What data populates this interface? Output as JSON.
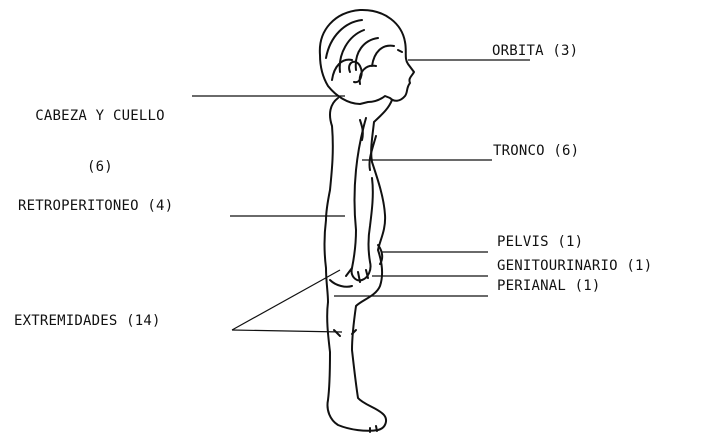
{
  "labels": {
    "orbita": "ORBITA (3)",
    "cabeza_line1": "CABEZA Y CUELLO",
    "cabeza_line2": "(6)",
    "tronco": "TRONCO (6)",
    "retroperitoneo": "RETROPERITONEO (4)",
    "pelvis": "PELVIS (1)",
    "genitourinario": "GENITOURINARIO (1)",
    "perianal": "PERIANAL (1)",
    "extremidades": "EXTREMIDADES (14)"
  },
  "colors": {
    "ink": "#111111",
    "background": "#ffffff"
  }
}
